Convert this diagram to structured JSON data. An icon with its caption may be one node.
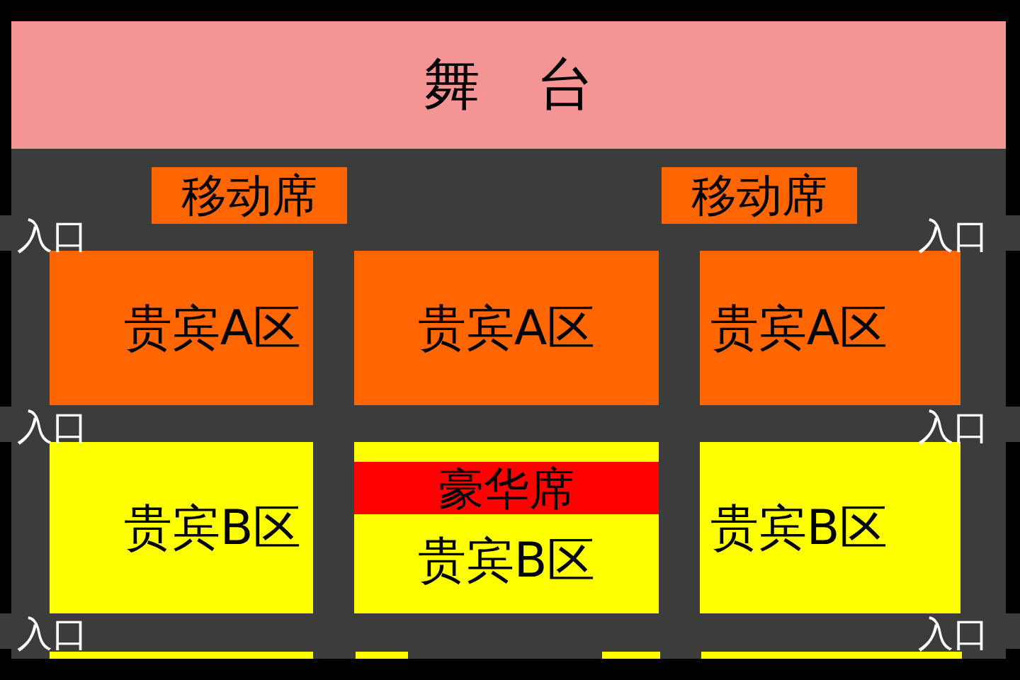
{
  "diagram": {
    "nodes": [
      {
        "text": [
          "舞台"
        ]
      },
      {
        "text": [
          "移动席"
        ]
      },
      {
        "text": [
          "移动席"
        ]
      },
      {
        "text": [
          "贵宾A区"
        ]
      },
      {
        "text": [
          "贵宾A区"
        ]
      },
      {
        "text": [
          "贵宾A区"
        ]
      },
      {
        "text": [
          "贵宾B区"
        ]
      },
      {
        "text": [
          "贵宾B区"
        ]
      },
      {
        "text": [
          "豪华席"
        ],
        "in": 7
      },
      {
        "text": [
          "贵宾B区"
        ]
      },
      {
        "text": [],
        "shape": "box"
      },
      {
        "text": [],
        "shape": "box"
      },
      {
        "text": [],
        "shape": "box"
      },
      {
        "text": [],
        "shape": "box"
      }
    ],
    "labels": [
      "入口",
      "入口",
      "入口",
      "入口",
      "入口",
      "入口"
    ]
  }
}
